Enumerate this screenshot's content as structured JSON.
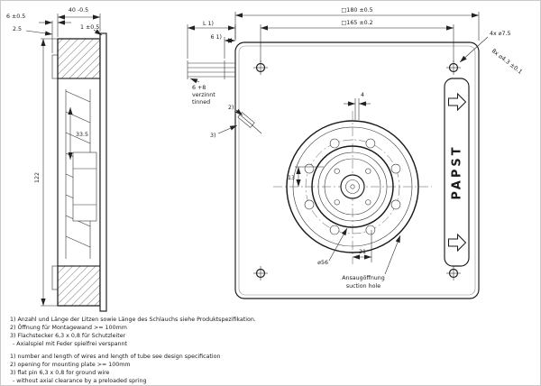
{
  "dims": {
    "w40": "40 -0.5",
    "d6": "6 ±0.5",
    "d25": "2.5",
    "d1": "1 ±0.5",
    "h122": "122",
    "d335": "33.5",
    "sq180": "□180 ±0.5",
    "sq165": "□165 ±0.2",
    "L": "L 1)",
    "d6t": "6 1)",
    "holes4": "4x ⌀7.5",
    "holes8": "8x ⌀4.3 ±0.1",
    "d4": "4",
    "d13": "13",
    "d56": "⌀56",
    "d21": "21"
  },
  "labels": {
    "wire1": "6 +8",
    "wire2": "verzinnt",
    "wire3": "tinned",
    "ref2": "2)",
    "ref3": "3)",
    "suction_de": "Ansaugöffnung",
    "suction_en": "suction hole",
    "brand": "PAPST"
  },
  "notes_de": [
    "1) Anzahl und Länge der Litzen sowie Länge des Schlauchs siehe Produktspezifikation.",
    "2) Öffnung für Montagewand >= 100mm",
    "3) Flachstecker 6,3 x 0,8 für Schutzleiter",
    "-  Axialspiel mit Feder spielfrei verspannt"
  ],
  "notes_en": [
    "1) number and length of wires and length of tube see design specification",
    "2) opening for mounting plate >= 100mm",
    "3) flat pin 6,3 x 0,8 for ground wire",
    "-  without axial clearance by a preloaded spring"
  ]
}
